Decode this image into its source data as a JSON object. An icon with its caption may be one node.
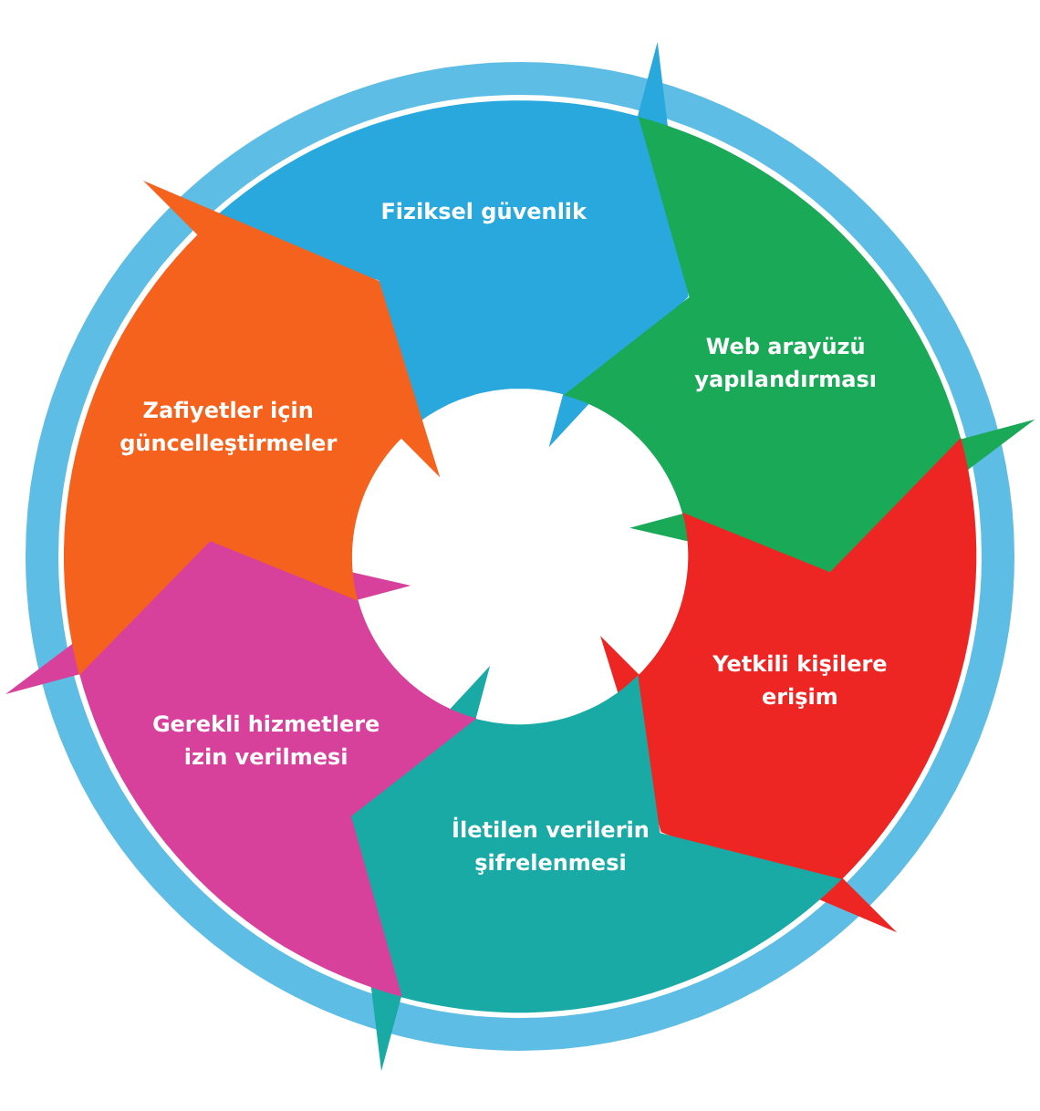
{
  "diagram": {
    "nodes": [
      {
        "text": [
          "Fiziksel güvenlik"
        ]
      },
      {
        "text": [
          "Web arayüzü yapılandırması"
        ]
      },
      {
        "text": [
          "Yetkili kişilere erişim"
        ]
      },
      {
        "text": [
          "İletilen verilerin şifrelenmesi"
        ]
      },
      {
        "text": [
          "Gerekli hizmetlere izin verilmesi"
        ]
      },
      {
        "text": [
          "Zafiyetler için güncelleştirmeler"
        ]
      }
    ]
  }
}
